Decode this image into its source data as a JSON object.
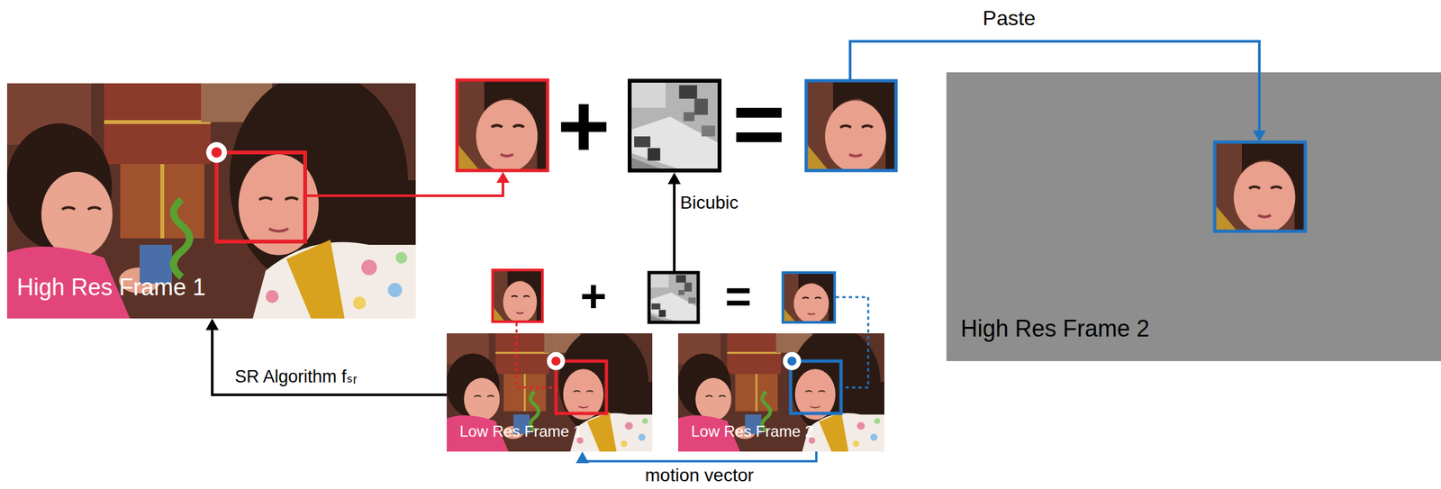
{
  "diagram": {
    "nodes": [
      {
        "text": [
          "High Res Frame 1"
        ]
      },
      {
        "text": [
          "High Res Frame 2"
        ]
      },
      {
        "text": [
          "Low Res Frame 1"
        ]
      },
      {
        "text": [
          "Low Res Frame 2"
        ]
      }
    ],
    "edges": [
      {
        "from": 2,
        "to": 0,
        "arrow": "to",
        "label": "SR Algorithm fₛᵣ"
      },
      {
        "from": 3,
        "to": 2,
        "arrow": "to",
        "label": "motion vector"
      }
    ],
    "labels": [
      "Paste",
      "+",
      "=",
      "Bicubic",
      "+",
      "="
    ]
  }
}
